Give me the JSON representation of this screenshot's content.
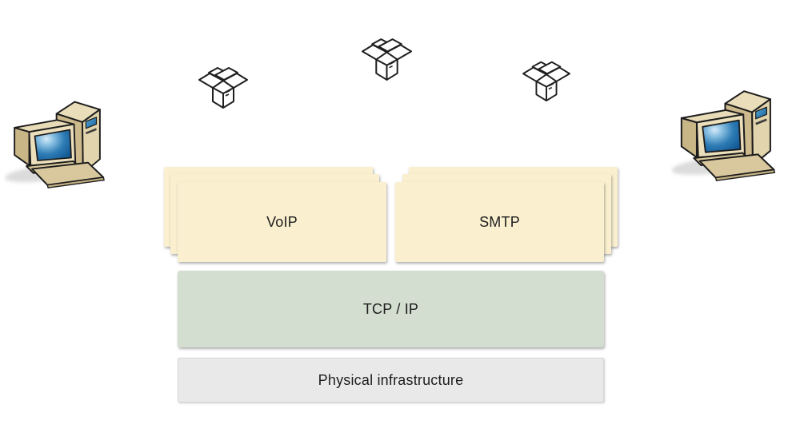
{
  "diagram": {
    "application_layers": [
      {
        "id": "voip",
        "label": "VoIP"
      },
      {
        "id": "smtp",
        "label": "SMTP"
      }
    ],
    "transport_layer": {
      "label": "TCP / IP"
    },
    "physical_layer": {
      "label": "Physical infrastructure"
    },
    "icons": {
      "computers": [
        "computer-icon-left",
        "computer-icon-right"
      ],
      "packages": [
        "open-package-icon-left",
        "open-package-icon-middle",
        "open-package-icon-right"
      ]
    },
    "colors": {
      "application_card": "#FAF0CF",
      "transport_box": "#D3DDD0",
      "physical_box": "#E9E9E9",
      "text": "#1D1D1D",
      "icon_outline": "#1F1F1F",
      "screen_blue": "#1B6DAD",
      "computer_beige": "#D8C79B",
      "background": "#FFFFFF"
    }
  }
}
